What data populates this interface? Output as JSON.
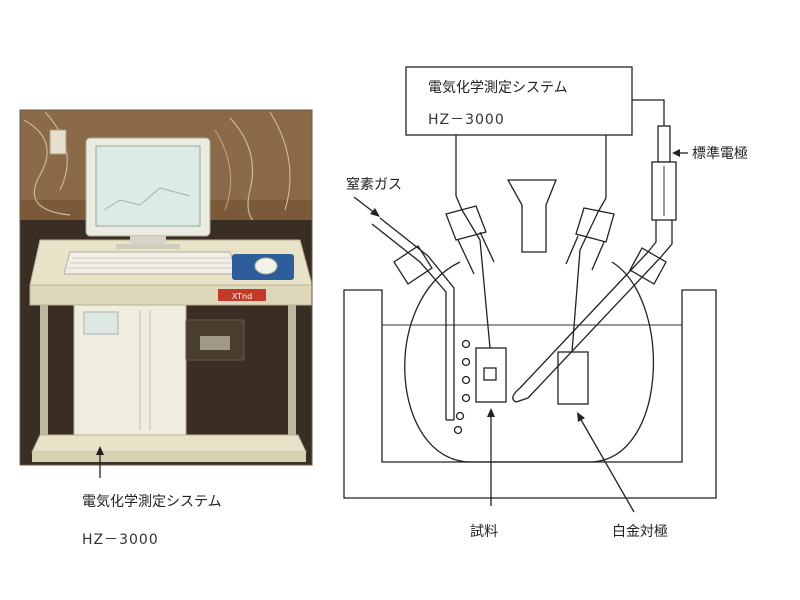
{
  "photo": {
    "caption_name": "電気化学測定システム",
    "caption_model": "HZ－3000",
    "panel_brand": "XTnd"
  },
  "diagram": {
    "system_name": "電気化学測定システム",
    "system_model": "HZ－3000",
    "labels": {
      "nitrogen_gas": "窒素ガス",
      "reference_electrode": "標準電極",
      "sample": "試料",
      "counter_electrode": "白金対極"
    }
  },
  "colors": {
    "line": "#222222",
    "photo_wall": "#7b5a3a",
    "cart_beige": "#e8e2c8",
    "monitor_screen": "#dcebe6",
    "mousepad_blue": "#2d5d9a"
  }
}
